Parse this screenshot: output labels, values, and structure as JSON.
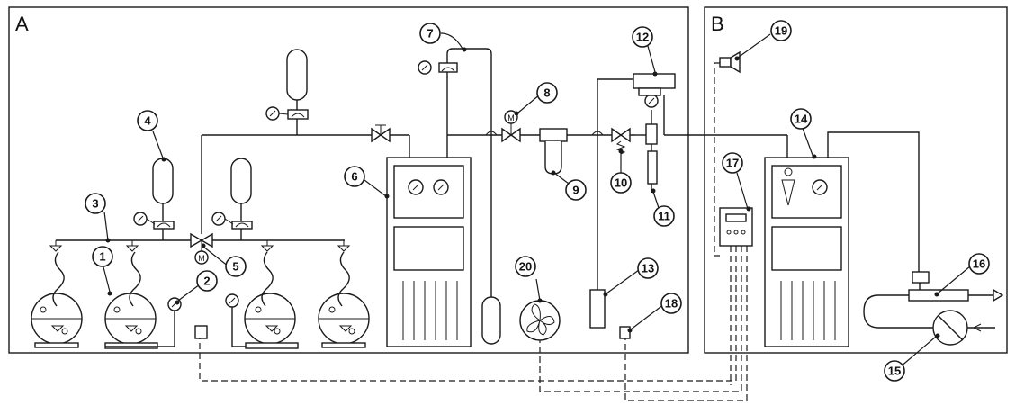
{
  "sections": [
    {
      "id": "A",
      "label": "A"
    },
    {
      "id": "B",
      "label": "B"
    }
  ],
  "callouts": [
    "1",
    "2",
    "3",
    "4",
    "5",
    "6",
    "7",
    "8",
    "9",
    "10",
    "11",
    "12",
    "13",
    "14",
    "15",
    "16",
    "17",
    "18",
    "19",
    "20"
  ],
  "motor_symbol": "M",
  "colors": {
    "line": "#1a1a1a",
    "background": "#ffffff"
  }
}
